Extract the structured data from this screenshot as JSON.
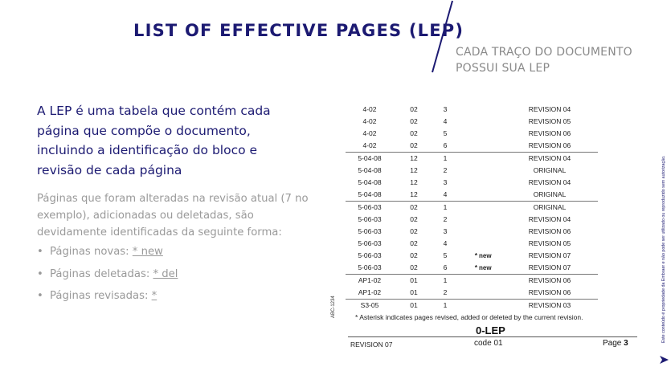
{
  "title": "LIST OF EFFECTIVE PAGES (LEP)",
  "subtitle": "CADA TRAÇO DO DOCUMENTO POSSUI SUA LEP",
  "lead": "A LEP é uma tabela que contém cada página que compõe o documento, incluindo a identificação do bloco e revisão de cada página",
  "body": "Páginas que foram alteradas na revisão atual (7 no exemplo), adicionadas ou deletadas, são devidamente identificadas da seguinte forma:",
  "bullets": [
    {
      "label": "Páginas novas: ",
      "marker": "* new"
    },
    {
      "label": "Páginas deletadas: ",
      "marker": "* del"
    },
    {
      "label": "Páginas revisadas: ",
      "marker": "*"
    }
  ],
  "lep_document": {
    "rows": [
      {
        "page": "4-02",
        "block": "02",
        "num": "3",
        "star": "",
        "new": "",
        "revision": "REVISION 04"
      },
      {
        "page": "4-02",
        "block": "02",
        "num": "4",
        "star": "",
        "new": "",
        "revision": "REVISION 05"
      },
      {
        "page": "4-02",
        "block": "02",
        "num": "5",
        "star": "",
        "new": "",
        "revision": "REVISION 06"
      },
      {
        "page": "4-02",
        "block": "02",
        "num": "6",
        "star": "",
        "new": "",
        "revision": "REVISION 06"
      },
      {
        "page": "5-04-08",
        "block": "12",
        "num": "1",
        "star": "",
        "new": "",
        "revision": "REVISION 04"
      },
      {
        "page": "5-04-08",
        "block": "12",
        "num": "2",
        "star": "",
        "new": "",
        "revision": "ORIGINAL"
      },
      {
        "page": "5-04-08",
        "block": "12",
        "num": "3",
        "star": "",
        "new": "",
        "revision": "REVISION 04"
      },
      {
        "page": "5-04-08",
        "block": "12",
        "num": "4",
        "star": "",
        "new": "",
        "revision": "ORIGINAL"
      },
      {
        "page": "5-06-03",
        "block": "02",
        "num": "1",
        "star": "",
        "new": "",
        "revision": "ORIGINAL"
      },
      {
        "page": "5-06-03",
        "block": "02",
        "num": "2",
        "star": "",
        "new": "",
        "revision": "REVISION 04"
      },
      {
        "page": "5-06-03",
        "block": "02",
        "num": "3",
        "star": "",
        "new": "",
        "revision": "REVISION 06"
      },
      {
        "page": "5-06-03",
        "block": "02",
        "num": "4",
        "star": "",
        "new": "",
        "revision": "REVISION 05"
      },
      {
        "page": "5-06-03",
        "block": "02",
        "num": "5",
        "star": "*",
        "new": "new",
        "revision": "REVISION 07"
      },
      {
        "page": "5-06-03",
        "block": "02",
        "num": "6",
        "star": "*",
        "new": "new",
        "revision": "REVISION 07"
      },
      {
        "page": "AP1-02",
        "block": "01",
        "num": "1",
        "star": "",
        "new": "",
        "revision": "REVISION 06"
      },
      {
        "page": "AP1-02",
        "block": "01",
        "num": "2",
        "star": "",
        "new": "",
        "revision": "REVISION 06"
      },
      {
        "page": "S3-05",
        "block": "01",
        "num": "1",
        "star": "",
        "new": "",
        "revision": "REVISION 03"
      }
    ],
    "footnote": "* Asterisk indicates pages revised, added or deleted by the current revision.",
    "lep_code": "0-LEP",
    "doc_id": "ABC-1234",
    "footer_revision": "REVISION 07",
    "footer_code": "code 01",
    "footer_page_label": "Page",
    "footer_page_num": "3"
  },
  "disclaimer": "Este conteúdo é propriedade da Embraer e não pode ser utilizado ou reproduzido sem autorização.",
  "colors": {
    "brand_navy": "#1c1a72",
    "muted_gray": "#9a9a9a"
  },
  "icons": {
    "nav": "chevron-right-arrow-icon"
  }
}
